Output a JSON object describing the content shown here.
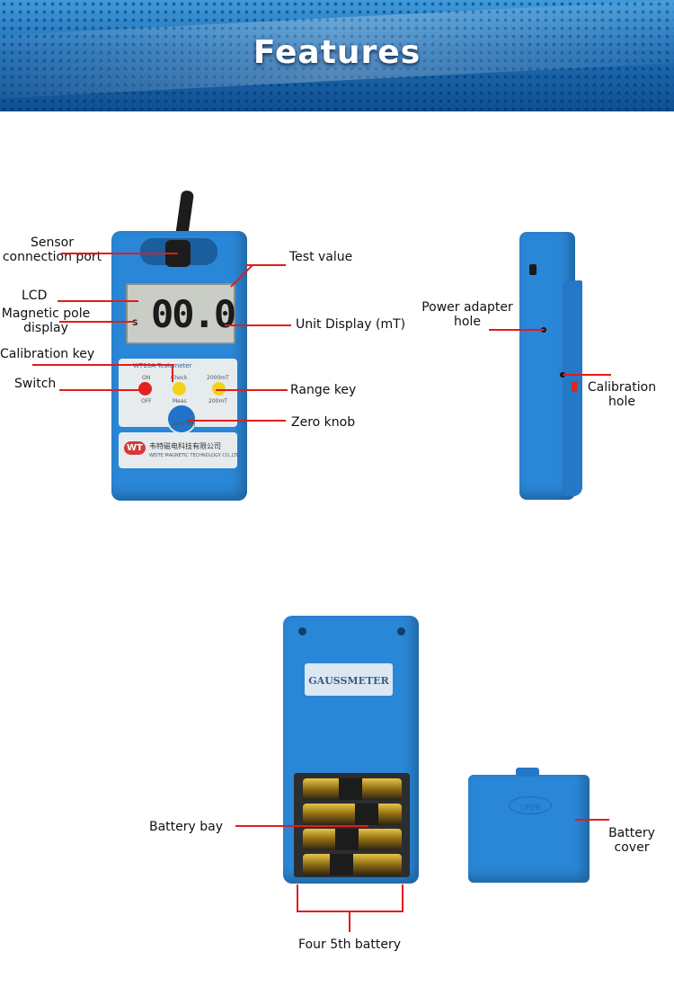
{
  "banner": {
    "title": "Features"
  },
  "front_labels": {
    "sensor_line1": "Sensor",
    "sensor_line2": "connection port",
    "lcd": "LCD",
    "pole_line1": "Magnetic pole",
    "pole_line2": "display",
    "calibration_key": "Calibration key",
    "switch": "Switch",
    "test_value": "Test value",
    "unit_display": "Unit Display (mT)",
    "range_key": "Range key",
    "zero_knob": "Zero knob"
  },
  "side_labels": {
    "power_line1": "Power adapter",
    "power_line2": "hole",
    "calibration_line1": "Calibration",
    "calibration_line2": "hole"
  },
  "back_labels": {
    "battery_bay": "Battery bay",
    "cover_line1": "Battery",
    "cover_line2": "cover",
    "four_battery": "Four 5th battery"
  },
  "device": {
    "lcd_reading": "00.0",
    "pole": "S",
    "model": "WT10A Teslameter",
    "on": "ON",
    "off": "OFF",
    "check": "Check",
    "meas": "Meas",
    "range_high": "2000mT",
    "range_low": "200mT",
    "zero_adj": "Zero Adj",
    "logo": "WT",
    "company_cn": "韦特磁电科技有限公司",
    "company_en": "WEITE MAGNETIC TECHNOLOGY CO.,LTD",
    "back_sticker": "GAUSSMETER",
    "cover_text": "OPEN"
  },
  "colors": {
    "accent": "#e21b1b",
    "device_blue": "#2a86d6"
  }
}
